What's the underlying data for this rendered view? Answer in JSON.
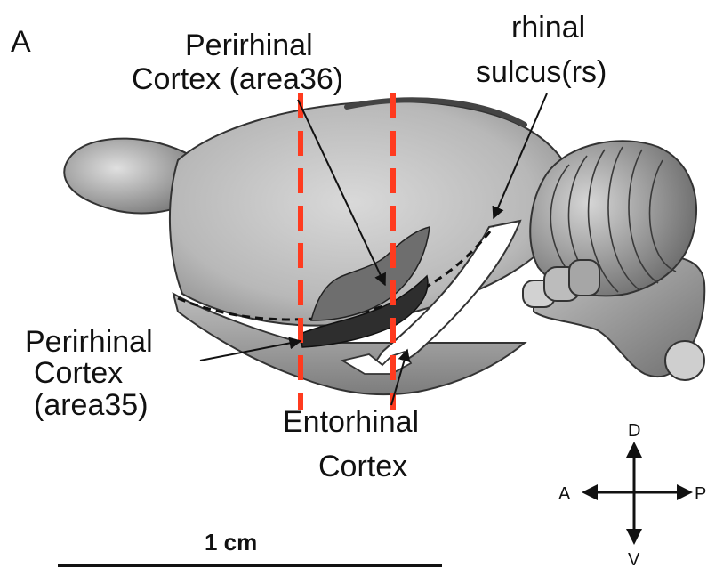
{
  "panel_label": "A",
  "labels": {
    "area36_line1": "Perirhinal",
    "area36_line2": "Cortex (area36)",
    "rhinal_line1": "rhinal",
    "rhinal_line2": "sulcus(rs)",
    "area35_line1": "Perirhinal",
    "area35_line2": "Cortex",
    "area35_line3": "(area35)",
    "ento_line1": "Entorhinal",
    "ento_line2": "Cortex"
  },
  "compass": {
    "up": "D",
    "down": "V",
    "left": "A",
    "right": "P"
  },
  "scale_bar": {
    "label": "1 cm"
  },
  "colors": {
    "section_lines": "#ff3b1f",
    "area36_fill": "#6e6e6e",
    "area35_fill": "#2e2e2e",
    "brain_base": "#a9a9a9"
  },
  "icons": {
    "compass": "four-way-arrow-icon"
  }
}
